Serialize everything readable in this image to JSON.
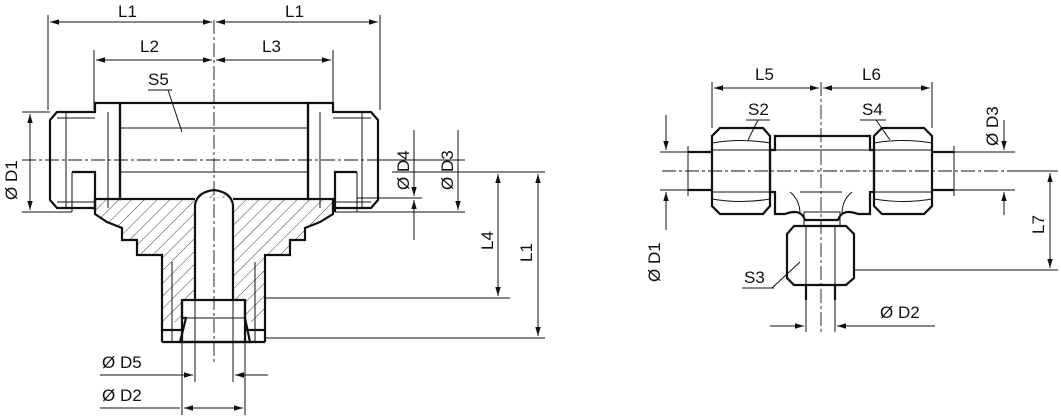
{
  "left_view": {
    "labels": {
      "L1_top_left": "L1",
      "L1_top_right": "L1",
      "L2": "L2",
      "L3": "L3",
      "S5": "S5",
      "D1": "Ø D1",
      "D4": "Ø D4",
      "D3": "Ø D3",
      "L4": "L4",
      "L1_vertical": "L1",
      "D5": "Ø D5",
      "D2": "Ø D2"
    }
  },
  "right_view": {
    "labels": {
      "L5": "L5",
      "L6": "L6",
      "S2": "S2",
      "S4": "S4",
      "D3": "Ø D3",
      "D1": "Ø D1",
      "L7": "L7",
      "S3": "S3",
      "D2": "Ø D2"
    }
  },
  "colors": {
    "line": "#111111",
    "background": "#ffffff"
  }
}
